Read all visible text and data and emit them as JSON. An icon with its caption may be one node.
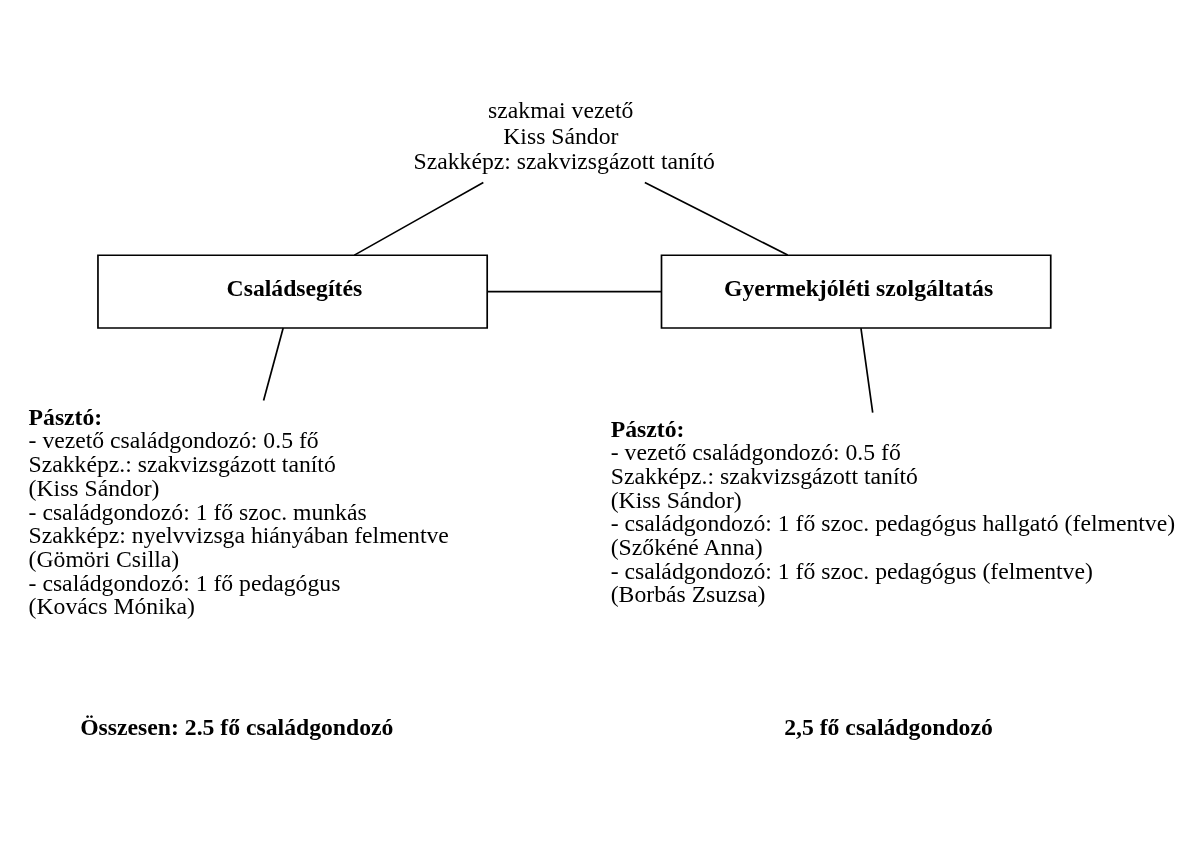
{
  "diagram": {
    "nodes": [
      {
        "text": [
          "szakmai vezető",
          "Kiss Sándor",
          "Szakképz: szakvizsgázott tanító"
        ]
      },
      {
        "text": [
          "Családsegítés"
        ]
      },
      {
        "text": [
          "Gyermekjóléti szolgáltatás"
        ]
      },
      {
        "text": [
          "Pásztó:",
          "- vezető családgondozó: 0.5 fő",
          "Szakképz.: szakvizsgázott tanító",
          "(Kiss Sándor)",
          "- családgondozó: 1 fő szoc. munkás",
          "Szakképz: nyelvvizsga hiányában felmentve",
          "(Gömöri Csilla)",
          "- családgondozó: 1 fő pedagógus",
          "(Kovács Mónika)"
        ]
      },
      {
        "text": [
          "Pásztó:",
          "- vezető családgondozó: 0.5 fő",
          "Szakképz.: szakvizsgázott tanító",
          "(Kiss Sándor)",
          "- családgondozó: 1 fő szoc. pedagógus hallgató (felmentve)",
          "(Szőkéné Anna)",
          "- családgondozó: 1 fő szoc. pedagógus (felmentve)",
          "(Borbás Zsuzsa)"
        ]
      }
    ],
    "edges": [
      {
        "from": 0,
        "to": 1,
        "arrow": "none"
      },
      {
        "from": 0,
        "to": 2,
        "arrow": "none"
      },
      {
        "from": 1,
        "to": 2,
        "arrow": "none"
      },
      {
        "from": 1,
        "to": 3,
        "arrow": "none"
      },
      {
        "from": 2,
        "to": 4,
        "arrow": "none"
      }
    ],
    "labels": [
      "Összesen: 2.5 fő családgondozó",
      "2,5 fő családgondozó"
    ]
  }
}
